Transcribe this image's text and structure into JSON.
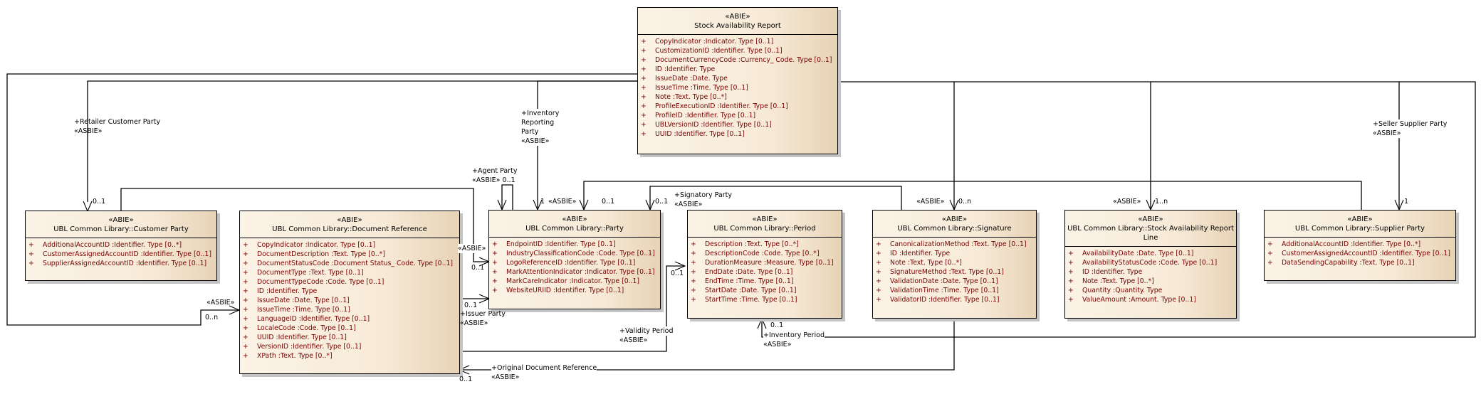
{
  "diagram": {
    "classes": [
      {
        "id": "report",
        "stereotype": "«ABIE»",
        "name": "Stock Availability Report",
        "attributes": [
          "CopyIndicator  :Indicator. Type [0..1]",
          "CustomizationID  :Identifier. Type [0..1]",
          "DocumentCurrencyCode  :Currency_ Code. Type [0..1]",
          "ID  :Identifier. Type",
          "IssueDate  :Date. Type",
          "IssueTime  :Time. Type [0..1]",
          "Note  :Text. Type [0..*]",
          "ProfileExecutionID  :Identifier. Type [0..1]",
          "ProfileID  :Identifier. Type [0..1]",
          "UBLVersionID  :Identifier. Type [0..1]",
          "UUID  :Identifier. Type [0..1]"
        ]
      },
      {
        "id": "customer",
        "stereotype": "«ABIE»",
        "name": "UBL Common Library::Customer Party",
        "attributes": [
          "AdditionalAccountID  :Identifier. Type [0..*]",
          "CustomerAssignedAccountID  :Identifier. Type [0..1]",
          "SupplierAssignedAccountID  :Identifier. Type [0..1]"
        ]
      },
      {
        "id": "docref",
        "stereotype": "«ABIE»",
        "name": "UBL Common Library::Document Reference",
        "attributes": [
          "CopyIndicator  :Indicator. Type [0..1]",
          "DocumentDescription  :Text. Type [0..*]",
          "DocumentStatusCode  :Document Status_ Code. Type [0..1]",
          "DocumentType  :Text. Type [0..1]",
          "DocumentTypeCode  :Code. Type [0..1]",
          "ID  :Identifier. Type",
          "IssueDate  :Date. Type [0..1]",
          "IssueTime  :Time. Type [0..1]",
          "LanguageID  :Identifier. Type [0..1]",
          "LocaleCode  :Code. Type [0..1]",
          "UUID  :Identifier. Type [0..1]",
          "VersionID  :Identifier. Type [0..1]",
          "XPath  :Text. Type [0..*]"
        ]
      },
      {
        "id": "party",
        "stereotype": "«ABIE»",
        "name": "UBL Common Library::Party",
        "attributes": [
          "EndpointID  :Identifier. Type [0..1]",
          "IndustryClassificationCode  :Code. Type [0..1]",
          "LogoReferenceID  :Identifier. Type [0..1]",
          "MarkAttentionIndicator  :Indicator. Type [0..1]",
          "MarkCareIndicator  :Indicator. Type [0..1]",
          "WebsiteURIID  :Identifier. Type [0..1]"
        ]
      },
      {
        "id": "period",
        "stereotype": "«ABIE»",
        "name": "UBL Common Library::Period",
        "attributes": [
          "Description  :Text. Type [0..*]",
          "DescriptionCode  :Code. Type [0..*]",
          "DurationMeasure  :Measure. Type [0..1]",
          "EndDate  :Date. Type [0..1]",
          "EndTime  :Time. Type [0..1]",
          "StartDate  :Date. Type [0..1]",
          "StartTime  :Time. Type [0..1]"
        ]
      },
      {
        "id": "signature",
        "stereotype": "«ABIE»",
        "name": "UBL Common Library::Signature",
        "attributes": [
          "CanonicalizationMethod  :Text. Type [0..1]",
          "ID  :Identifier. Type",
          "Note  :Text. Type [0..*]",
          "SignatureMethod  :Text. Type [0..1]",
          "ValidationDate  :Date. Type [0..1]",
          "ValidationTime  :Time. Type [0..1]",
          "ValidatorID  :Identifier. Type [0..1]"
        ]
      },
      {
        "id": "line",
        "stereotype": "«ABIE»",
        "name": "UBL Common Library::Stock Availability Report Line",
        "attributes": [
          "AvailabilityDate  :Date. Type [0..1]",
          "AvailabilityStatusCode  :Code. Type [0..1]",
          "ID  :Identifier. Type",
          "Note  :Text. Type [0..*]",
          "Quantity  :Quantity. Type",
          "ValueAmount  :Amount. Type [0..1]"
        ]
      },
      {
        "id": "supplier",
        "stereotype": "«ABIE»",
        "name": "UBL Common Library::Supplier Party",
        "attributes": [
          "AdditionalAccountID  :Identifier. Type [0..*]",
          "CustomerAssignedAccountID  :Identifier. Type [0..1]",
          "DataSendingCapability  :Text. Type [0..1]"
        ]
      }
    ],
    "attribute_visibility": "+",
    "connector_labels": {
      "retailer_role": "+Retailer Customer Party",
      "retailer_stereo": "«ASBIE»",
      "retailer_mult": "0..1",
      "inventory_role": "+Inventory\nReporting\nParty",
      "inventory_role_l1": "+Inventory",
      "inventory_role_l2": "Reporting",
      "inventory_role_l3": "Party",
      "inventory_stereo": "«ASBIE»",
      "inventory_mult": "1",
      "agent_role": "+Agent Party",
      "agent_stereo_mult": "«ASBIE» 0..1",
      "party_top_stereo": "«ASBIE»",
      "party_top_mult": "0..1",
      "signatory_mult": "0..1",
      "signatory_role": "+Signatory Party",
      "signatory_stereo": "«ASBIE»",
      "signature_stereo": "«ASBIE»",
      "signature_mult": "0..n",
      "line_stereo": "«ASBIE»",
      "line_mult": "1..n",
      "seller_role": "+Seller Supplier Party",
      "seller_stereo": "«ASBIE»",
      "seller_mult": "1",
      "customer_left_mult": "0..1",
      "docref_left_stereo": "«ASBIE»",
      "docref_left_mult": "0..n",
      "party_side_stereo": "«ASBIE»",
      "party_side_mult": "0..1",
      "issuer_mult": "0..1",
      "issuer_role": "+Issuer Party",
      "issuer_stereo": "«ASBIE»",
      "validity_mult": "0..1",
      "validity_role": "+Validity Period",
      "validity_stereo": "«ASBIE»",
      "invperiod_mult": "0..1",
      "invperiod_role": "+Inventory Period",
      "invperiod_stereo": "«ASBIE»",
      "origdoc_role": "+Original Document Reference",
      "origdoc_stereo": "«ASBIE»",
      "origdoc_mult": "0..1"
    }
  }
}
